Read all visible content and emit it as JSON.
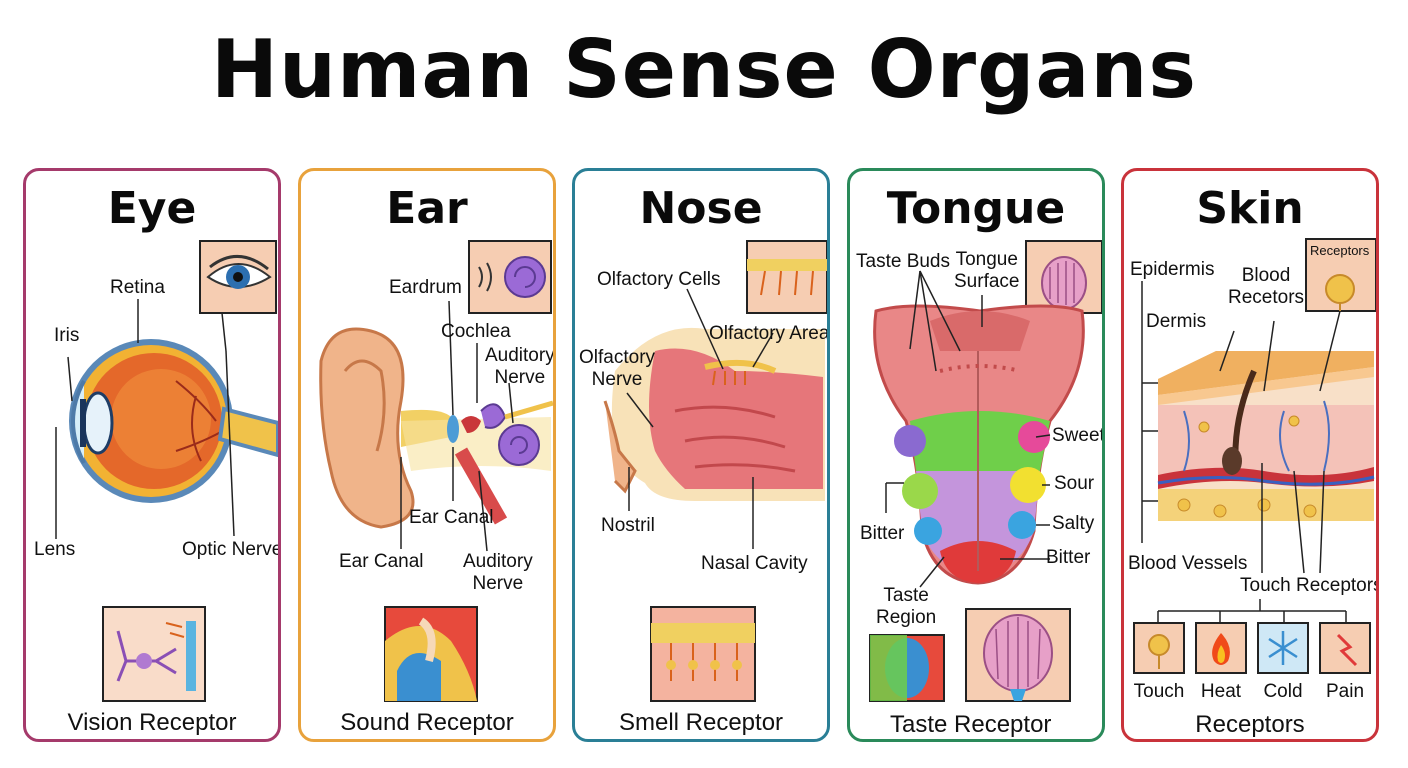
{
  "title": "Human Sense Organs",
  "colors": {
    "eye": "#a53a6b",
    "ear": "#e8a23c",
    "nose": "#2a7f96",
    "tongue": "#2a8a5a",
    "skin": "#c9333b"
  },
  "panels": {
    "eye": {
      "title": "Eye",
      "labels": {
        "retina": "Retina",
        "iris": "Iris",
        "lens": "Lens",
        "optic_nerve": "Optic Nerve"
      },
      "caption": "Vision Receptor"
    },
    "ear": {
      "title": "Ear",
      "labels": {
        "eardrum": "Eardrum",
        "cochlea": "Cochlea",
        "auditory_nerve_top": "Auditory\nNerve",
        "ear_canal_inner": "Ear Canal",
        "ear_canal_outer": "Ear Canal",
        "auditory_nerve_bottom": "Auditory\nNerve"
      },
      "caption": "Sound Receptor"
    },
    "nose": {
      "title": "Nose",
      "labels": {
        "olfactory_cells": "Olfactory Cells",
        "olfactory_area": "Olfactory Area",
        "olfactory_nerve": "Olfactory\nNerve",
        "nostril": "Nostril",
        "nasal_cavity": "Nasal Cavity"
      },
      "caption": "Smell Receptor"
    },
    "tongue": {
      "title": "Tongue",
      "labels": {
        "taste_buds": "Taste Buds",
        "tongue_surface": "Tongue\nSurface",
        "sweet": "Sweet",
        "sour": "Sour",
        "salty": "Salty",
        "bitter_left": "Bitter",
        "bitter_right": "Bitter",
        "taste_region": "Taste\nRegion"
      },
      "caption": "Taste Receptor"
    },
    "skin": {
      "title": "Skin",
      "labels": {
        "epidermis": "Epidermis",
        "dermis": "Dermis",
        "blood_recetors": "Blood\nRecetors",
        "receptors_inset": "Receptors",
        "blood_vessels": "Blood Vessels",
        "touch_receptors": "Touch Receptors"
      },
      "receptor_types": [
        "Touch",
        "Heat",
        "Cold",
        "Pain"
      ],
      "caption": "Receptors"
    }
  }
}
